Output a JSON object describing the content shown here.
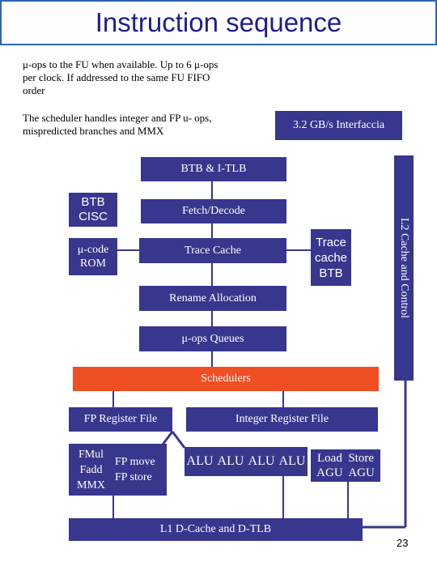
{
  "title": "Instruction sequence",
  "notes": {
    "uops_line1": "μ-ops to the FU when available. Up to 6 μ-ops",
    "uops_line2": "per clock. If addressed to the same FU FIFO",
    "uops_line3": "order",
    "sched_line1": "The scheduler handles integer and FP u- ops,",
    "sched_line2": "mispredicted branches and MMX"
  },
  "blocks": {
    "interface": "3.2 GB/s Interfaccia",
    "btb_itlb": "BTB & I-TLB",
    "btb_cisc_line1": "BTB",
    "btb_cisc_line2": "CISC",
    "fetch_decode": "Fetch/Decode",
    "ucode_rom_line1": "μ-code",
    "ucode_rom_line2": "ROM",
    "trace_cache": "Trace Cache",
    "trace_btb_line1": "Trace",
    "trace_btb_line2": "cache",
    "trace_btb_line3": "BTB",
    "l2_cache": "L2 Cache and Control",
    "rename": "Rename Allocation",
    "uop_queues": "μ-ops Queues",
    "schedulers": "Schedulers",
    "fp_regfile": "FP Register File",
    "int_regfile": "Integer Register File",
    "fp_units_line1": "FMul",
    "fp_units_line2": "Fadd",
    "fp_units_line3": "MMX",
    "fp_move_line1": "FP move",
    "fp_move_line2": "FP store",
    "alu1": "ALU",
    "alu2": "ALU",
    "alu3": "ALU",
    "alu4": "ALU",
    "agu_line1": "Load  Store",
    "agu_line2": "AGU  AGU",
    "l1_cache": "L1 D-Cache and D-TLB"
  },
  "page_number": "23",
  "colors": {
    "block_blue": "#37378e",
    "scheduler_orange": "#f04e23",
    "title_text": "#1d1d8f",
    "title_border": "#2e64b4"
  }
}
